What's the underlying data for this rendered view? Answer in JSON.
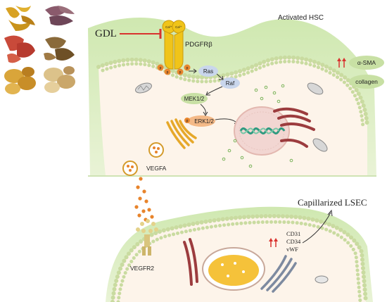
{
  "labels": {
    "activated_hsc": "Activated HSC",
    "gdl": "GDL",
    "receptor": "PDGFRβ",
    "ras": "Ras",
    "raf": "Raf",
    "mek": "MEK1/2",
    "erk": "ERK1/2",
    "alpha_sma": "α-SMA",
    "collagen": "collagen",
    "vegfa": "VEGFA",
    "capillarized_lsec": "Capillarized LSEC",
    "cd31": "CD31",
    "cd34": "CD34",
    "vwf": "vWF",
    "vegfr2": "VEGFR2",
    "phospho": "p",
    "calcium": "Ca²⁺"
  },
  "colors": {
    "cell_fill": "#fdf4ea",
    "membrane_green": "#8ec36b",
    "membrane_dots": "#c9dba0",
    "receptor_yellow": "#f0c419",
    "phospho_orange": "#e8862e",
    "node_blue": "#c9d6ec",
    "node_green": "#c8e0a4",
    "node_orange": "#f4b987",
    "vesicle_orange": "#e8842b",
    "up_arrow_red": "#d8322e",
    "gdl_red": "#d8322e",
    "nucleus_pink": "#f2d6d2",
    "dna_teal": "#2f9a80",
    "lsec_nucleus_yellow": "#f5c23a"
  }
}
